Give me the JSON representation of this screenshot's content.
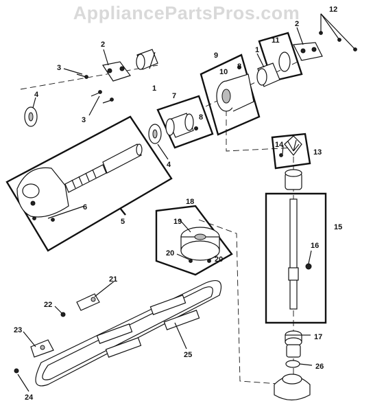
{
  "watermark": "AppliancePartsPros.com",
  "callouts": [
    "1",
    "2",
    "3",
    "4",
    "5",
    "6",
    "7",
    "8",
    "9",
    "10",
    "11",
    "12",
    "13",
    "14",
    "15",
    "16",
    "17",
    "18",
    "19",
    "20",
    "21",
    "22",
    "23",
    "24",
    "25",
    "26"
  ]
}
